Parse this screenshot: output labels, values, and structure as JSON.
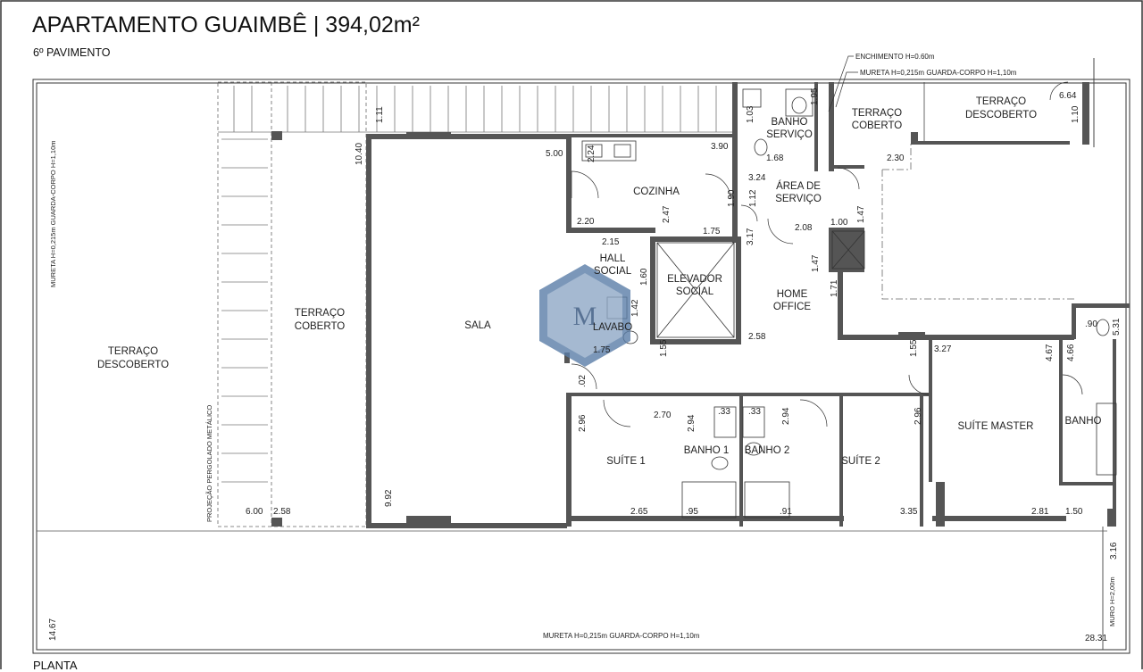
{
  "header": {
    "title": "APARTAMENTO GUAIMBÊ | 394,02m²",
    "subtitle": "6º PAVIMENTO"
  },
  "footer": {
    "planta": "PLANTA"
  },
  "rooms": {
    "terraco_descoberto_left": [
      "TERRAÇO",
      "DESCOBERTO"
    ],
    "terraco_coberto_left": [
      "TERRAÇO",
      "COBERTO"
    ],
    "sala": "SALA",
    "cozinha": "COZINHA",
    "banho_servico": [
      "BANHO",
      "SERVIÇO"
    ],
    "terraco_coberto_right": [
      "TERRAÇO",
      "COBERTO"
    ],
    "terraco_descoberto_right": [
      "TERRAÇO",
      "DESCOBERTO"
    ],
    "area_servico": [
      "ÁREA DE",
      "SERVIÇO"
    ],
    "hall_social": [
      "HALL",
      "SOCIAL"
    ],
    "elevador_social": [
      "ELEVADOR",
      "SOCIAL"
    ],
    "home_office": [
      "HOME",
      "OFFICE"
    ],
    "lavabo": "LAVABO",
    "suite1": "SUÍTE 1",
    "banho1": "BANHO 1",
    "banho2": "BANHO 2",
    "suite2": "SUÍTE 2",
    "suite_master": "SUÍTE MASTER",
    "banho_master": "BANHO"
  },
  "notes": {
    "enchimento": "ENCHIMENTO H=0.60m",
    "mureta_top": "MURETA H=0,215m GUARDA-CORPO H=1,10m",
    "mureta_left": "MURETA H=0,215m GUARDA-CORPO H=1,10m",
    "mureta_bottom": "MURETA H=0,215m GUARDA-CORPO H=1,10m",
    "projecao": "PROJEÇÃO PERGOLADO METÁLICO",
    "muro": "MURO H=2,00m"
  },
  "dimensions": {
    "d_1_11": "1.11",
    "d_10_40": "10.40",
    "d_5_00": "5.00",
    "d_2_24": "2.24",
    "d_3_90": "3.90",
    "d_1_03": "1.03",
    "d_1_95": "1.95",
    "d_1_68": "1.68",
    "d_3_24": "3.24",
    "d_1_12": "1.12",
    "d_1_90": "1.90",
    "d_2_20": "2.20",
    "d_2_47": "2.47",
    "d_1_75a": "1.75",
    "d_2_15": "2.15",
    "d_3_17": "3.17",
    "d_2_08": "2.08",
    "d_1_00": "1.00",
    "d_1_47a": "1.47",
    "d_1_47b": "1.47",
    "d_2_30": "2.30",
    "d_6_64": "6.64",
    "d_1_10": "1.10",
    "d_1_60": "1.60",
    "d_1_42": "1.42",
    "d_1_71": "1.71",
    "d_2_58a": "2.58",
    "d_1_75b": "1.75",
    "d_1_55a": "1.55",
    "d_1_55b": "1.55",
    "d_3_27": "3.27",
    "d_4_67": "4.67",
    "d_4_66": "4.66",
    "d_90": ".90",
    "d_5_31": "5.31",
    "d_02": ".02",
    "d_2_96a": "2.96",
    "d_2_70": "2.70",
    "d_2_94a": "2.94",
    "d_33a": ".33",
    "d_33b": ".33",
    "d_2_94b": "2.94",
    "d_2_96b": "2.96",
    "d_2_65": "2.65",
    "d_95": ".95",
    "d_91": ".91",
    "d_3_35": "3.35",
    "d_2_81": "2.81",
    "d_1_50": "1.50",
    "d_9_92": "9.92",
    "d_6_00": "6.00",
    "d_2_58b": "2.58",
    "d_14_67": "14.67",
    "d_3_16": "3.16",
    "d_28_31": "28.31"
  },
  "colors": {
    "wall": "#555555",
    "line": "#333333",
    "watermark": "#4a6f9a"
  }
}
